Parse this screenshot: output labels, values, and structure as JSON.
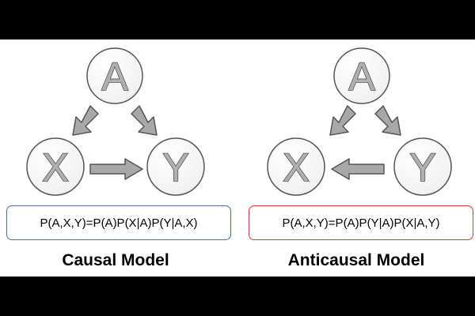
{
  "causal": {
    "nodes": {
      "a": "A",
      "x": "X",
      "y": "Y"
    },
    "formula": "P(A,X,Y)=P(A)P(X|A)P(Y|A,X)",
    "title": "Causal Model",
    "formula_border_color": "#4a6fa5"
  },
  "anticausal": {
    "nodes": {
      "a": "A",
      "x": "X",
      "y": "Y"
    },
    "formula": "P(A,X,Y)=P(A)P(Y|A)P(X|A,Y)",
    "title": "Anticausal Model",
    "formula_border_color": "#e03030"
  },
  "colors": {
    "background": "#000000",
    "panel": "#ffffff",
    "arrow_fill": "#a8a8a8",
    "arrow_stroke": "#555555"
  }
}
